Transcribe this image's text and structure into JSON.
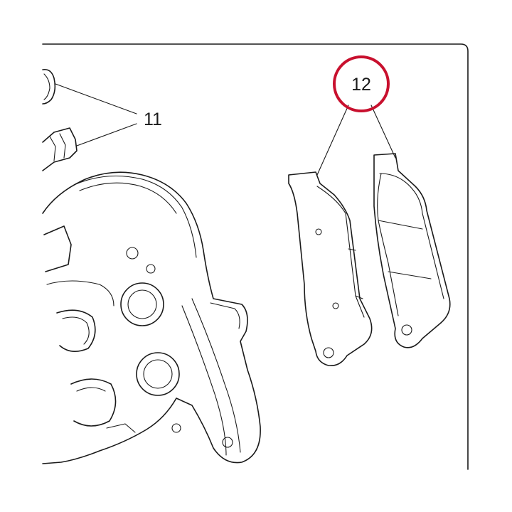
{
  "callouts": [
    {
      "label": "11",
      "part": "caliper-pins"
    },
    {
      "label": "12",
      "part": "brake-pads",
      "highlight_color": "#c8102e"
    }
  ],
  "colors": {
    "line": "#1a1a1a",
    "highlight": "#c8102e",
    "background": "#ffffff"
  }
}
